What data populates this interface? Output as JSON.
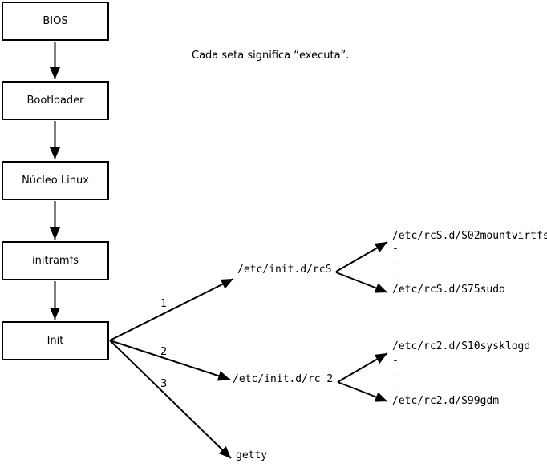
{
  "diagram": {
    "caption": "Cada seta significa “executa”.",
    "chain": [
      {
        "label": "BIOS"
      },
      {
        "label": "Bootloader"
      },
      {
        "label": "Núcleo Linux"
      },
      {
        "label": "initramfs"
      },
      {
        "label": "Init"
      }
    ],
    "branches": [
      {
        "number": "1",
        "target": "/etc/init.d/rcS"
      },
      {
        "number": "2",
        "target": "/etc/init.d/rc 2"
      },
      {
        "number": "3",
        "target": "getty"
      }
    ],
    "rcS_scripts": {
      "first": "/etc/rcS.d/S02mountvirtfs",
      "last": "/etc/rcS.d/S75sudo"
    },
    "rc2_scripts": {
      "first": "/etc/rc2.d/S10sysklogd",
      "last": "/etc/rc2.d/S99gdm"
    },
    "ellipsis_mark": "-",
    "colors": {
      "line": "#000000",
      "background": "#ffffff",
      "text": "#000000"
    }
  }
}
